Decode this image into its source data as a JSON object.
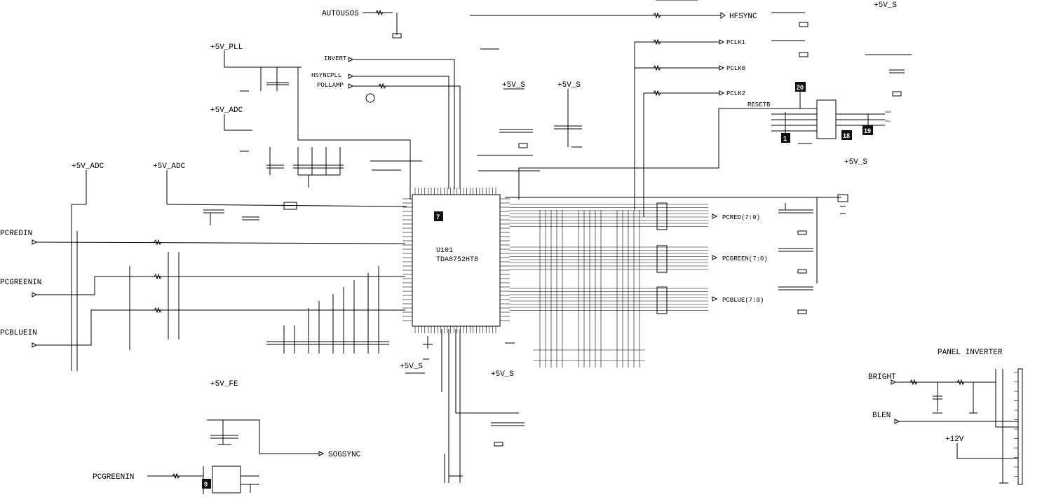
{
  "diagram": {
    "ic": {
      "ref": "U101",
      "part": "TDA8752HT8"
    },
    "power_labels": {
      "vpll": "+5V_PLL",
      "vadc1": "+5V_ADC",
      "vadc2": "+5V_ADC",
      "vadc3": "+5V_ADC",
      "vfe": "+5V_FE",
      "v5s_1": "+5V_S",
      "v5s_2": "+5V_S",
      "v5s_3": "+5V_S",
      "v5s_4": "+5V_S",
      "v5s_5": "+5V_S",
      "v5s_6": "+5V_S",
      "v12": "+12V"
    },
    "net_labels": {
      "autodsos": "AUTOUSOS",
      "hfsync": "HFSYNC",
      "pclk1": "PCLK1",
      "pclk0": "PCLK0",
      "pclk2": "PCLK2",
      "invert": "INVERT",
      "hsyncpll": "HSYNCPLL",
      "pollamp": "POLLAMP",
      "reset": "RESETB",
      "pcredin": "PCREDIN",
      "pcgreenin": "PCGREENIN",
      "pcbluein": "PCBLUEIN",
      "pcredout": "PCRED(7:0)",
      "pcgreenout": "PCGREEN(7:0)",
      "pcblueout": "PCBLUE(7:0)",
      "sogsync": "SOGSYNC",
      "pcgreenin2": "PCGREENIN",
      "bright": "BRIGHT",
      "blen": "BLEN",
      "panel": "PANEL INVERTER",
      "sda": "SDA",
      "scl": "SCL"
    },
    "markers": [
      "20",
      "1",
      "18",
      "19",
      "7",
      "9"
    ]
  }
}
